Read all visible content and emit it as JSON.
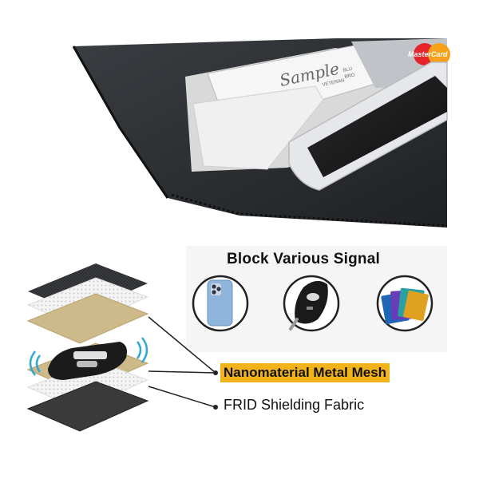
{
  "product_photo": {
    "card_brand": "MasterCard",
    "sample_card_word": "Sample",
    "sample_card_lines": [
      "VETERAN",
      "BLU",
      "BRO"
    ]
  },
  "signals": {
    "title": "Block Various Signal",
    "icons": [
      "smartphone-icon",
      "car-key-fob-icon",
      "credit-cards-icon"
    ]
  },
  "layers": {
    "mesh_label": "Nanomaterial Metal Mesh",
    "fabric_label": "FRID Shielding Fabric"
  },
  "colors": {
    "pouch": "#2a2c2f",
    "mesh": "#cdb98a",
    "highlight": "#f2b21a",
    "phone": "#e9eaec",
    "iphone_blue": "#8fb5dc"
  }
}
